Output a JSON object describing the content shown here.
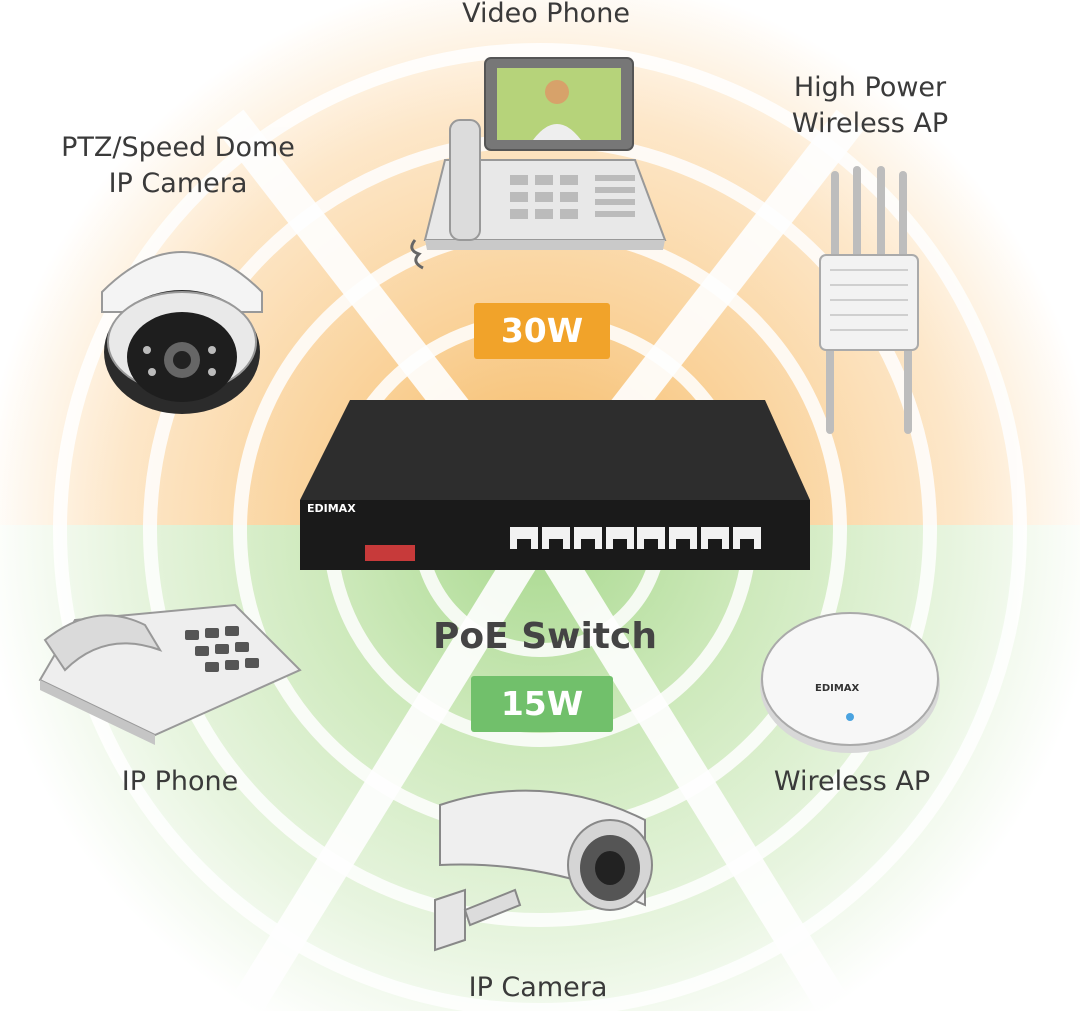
{
  "colors": {
    "orange": "#f1a32a",
    "orange_light": "#fde6c4",
    "green": "#71c06b",
    "green_light": "#e4f3dc"
  },
  "labels": {
    "video_phone": "Video Phone",
    "high_power_ap": [
      "High Power",
      "Wireless AP"
    ],
    "ptz_camera": [
      "PTZ/Speed Dome",
      "IP Camera"
    ],
    "ip_phone": "IP Phone",
    "wireless_ap": "Wireless AP",
    "ip_camera": "IP Camera",
    "poe_switch": "PoE Switch"
  },
  "power_badges": {
    "high": "30W",
    "standard": "15W"
  },
  "brand": {
    "switch": "EDIMAX",
    "ap": "EDIMAX"
  }
}
